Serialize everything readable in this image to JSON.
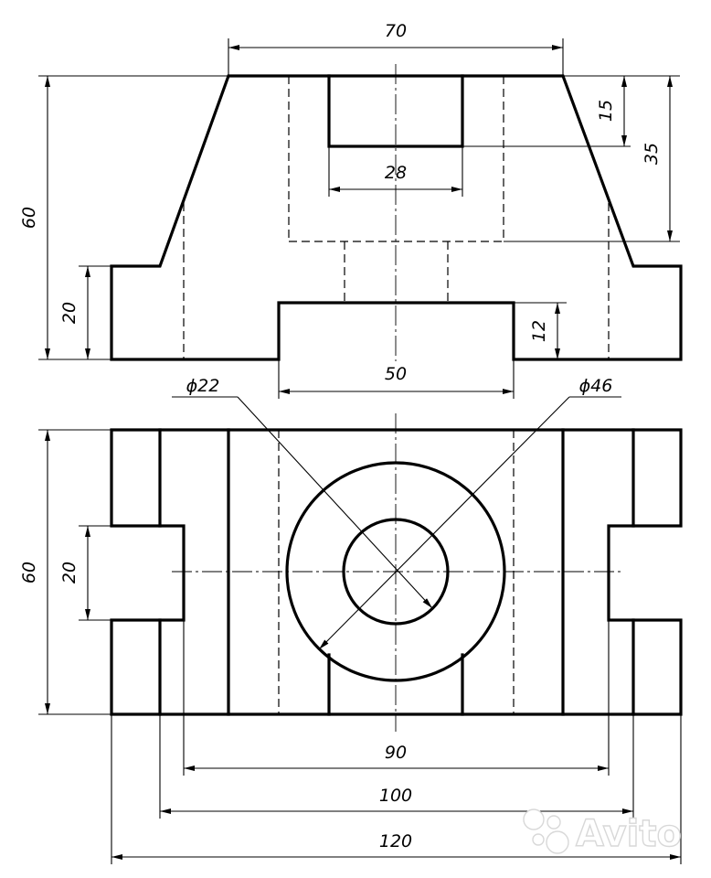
{
  "dimensions": {
    "top_width": "70",
    "top_height_15": "15",
    "top_height_35": "35",
    "slot_width": "28",
    "total_height_front": "60",
    "step_height_front": "20",
    "boss_height": "12",
    "boss_width": "50",
    "hole_small_dia": "ϕ22",
    "hole_large_dia": "ϕ46",
    "total_height_plan": "60",
    "slot_height_plan": "20",
    "width_90": "90",
    "width_100": "100",
    "width_120": "120"
  },
  "watermark": {
    "text": "Avito"
  },
  "colors": {
    "line": "#000000",
    "background": "#ffffff",
    "watermark_outline": "#d8d8d8"
  }
}
